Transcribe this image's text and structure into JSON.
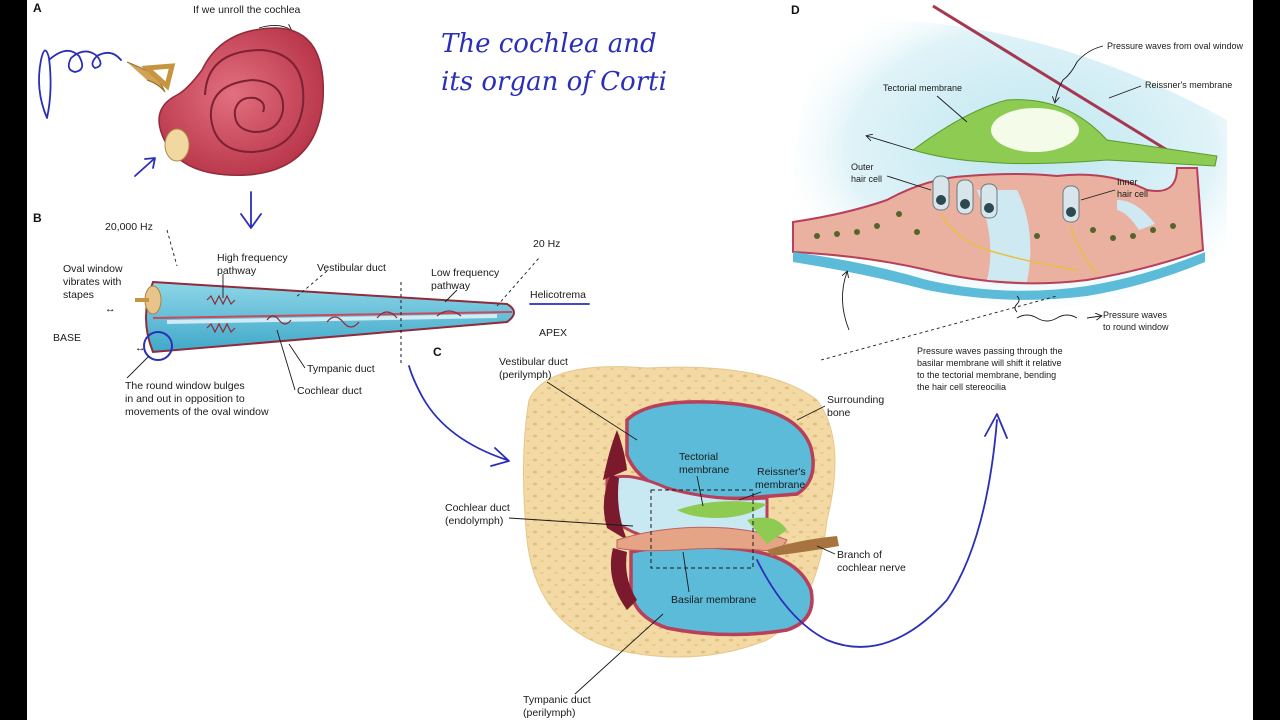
{
  "handwriting": {
    "line1": "The cochlea and",
    "line2": "its organ of Corti"
  },
  "panel_a": {
    "letter": "A",
    "caption": "If we unroll the cochlea"
  },
  "panel_b": {
    "letter": "B",
    "hz_high": "20,000 Hz",
    "hz_low": "20 Hz",
    "high_freq_1": "High frequency",
    "high_freq_2": "pathway",
    "vestibular_duct": "Vestibular duct",
    "low_freq_1": "Low frequency",
    "low_freq_2": "pathway",
    "oval_1": "Oval window",
    "oval_2": "vibrates with",
    "oval_3": "stapes",
    "helicotrema": "Helicotrema",
    "base": "BASE",
    "apex": "APEX",
    "tympanic_duct": "Tympanic duct",
    "cochlear_duct": "Cochlear duct",
    "round_1": "The round window bulges",
    "round_2": "in and out in opposition to",
    "round_3": "movements of the oval window"
  },
  "panel_c": {
    "letter": "C",
    "vestibular_1": "Vestibular duct",
    "vestibular_2": "(perilymph)",
    "bone_1": "Surrounding",
    "bone_2": "bone",
    "tectorial_1": "Tectorial",
    "tectorial_2": "membrane",
    "reissner_1": "Reissner's",
    "reissner_2": "membrane",
    "cochlear_1": "Cochlear duct",
    "cochlear_2": "(endolymph)",
    "branch_1": "Branch of",
    "branch_2": "cochlear nerve",
    "basilar": "Basilar membrane",
    "tympanic_1": "Tympanic duct",
    "tympanic_2": "(perilymph)"
  },
  "panel_d": {
    "letter": "D",
    "pressure_oval": "Pressure waves from oval window",
    "reissner": "Reissner's membrane",
    "tectorial": "Tectorial membrane",
    "outer_1": "Outer",
    "outer_2": "hair cell",
    "inner_1": "Inner",
    "inner_2": "hair cell",
    "round_1": "Pressure waves",
    "round_2": "to round window",
    "note_1": "Pressure waves passing through the",
    "note_2": "basilar membrane will shift it relative",
    "note_3": "to the tectorial membrane, bending",
    "note_4": "the hair cell stereocilia"
  },
  "colors": {
    "ink": "#2b2fb8",
    "cochlea_red": "#c94a5c",
    "fluid_blue": "#6cc6dc",
    "bone": "#f3d9a4",
    "tectorial_green": "#8ecb52"
  }
}
